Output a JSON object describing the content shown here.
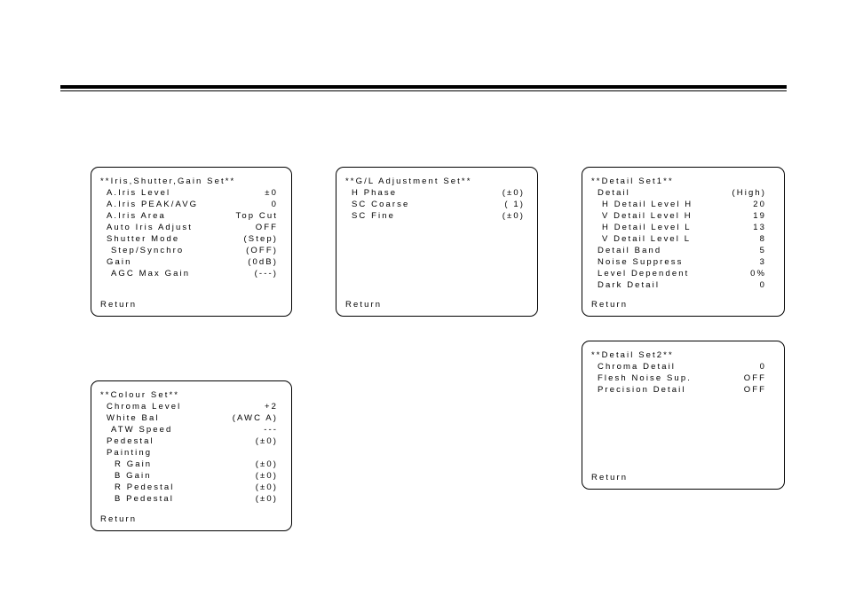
{
  "menus": [
    {
      "id": "iris-shutter-gain",
      "title": "**Iris,Shutter,Gain Set**",
      "items": [
        {
          "label": "A.Iris Level",
          "value": "±0",
          "indent": 1
        },
        {
          "label": "A.Iris PEAK/AVG",
          "value": "0",
          "indent": 1
        },
        {
          "label": "A.Iris Area",
          "value": "Top Cut",
          "indent": 1
        },
        {
          "label": "Auto Iris Adjust",
          "value": "OFF",
          "indent": 1
        },
        {
          "label": "Shutter Mode",
          "value": "(Step)",
          "indent": 1
        },
        {
          "label": "Step/Synchro",
          "value": "(OFF)",
          "indent": 2
        },
        {
          "label": "Gain",
          "value": "(0dB)",
          "indent": 1
        },
        {
          "label": "AGC Max Gain",
          "value": "(---)",
          "indent": 2
        }
      ],
      "return_label": "Return"
    },
    {
      "id": "gl-adjustment",
      "title": "**G/L Adjustment Set**",
      "items": [
        {
          "label": "H Phase",
          "value": "(±0)",
          "indent": 1
        },
        {
          "label": "SC Coarse",
          "value": "( 1)",
          "indent": 1
        },
        {
          "label": "SC Fine",
          "value": "(±0)",
          "indent": 1
        }
      ],
      "return_label": "Return"
    },
    {
      "id": "detail-set1",
      "title": "**Detail Set1**",
      "items": [
        {
          "label": "Detail",
          "value": "(High)",
          "indent": 1
        },
        {
          "label": "H Detail Level H",
          "value": "20",
          "indent": 2
        },
        {
          "label": "V Detail Level H",
          "value": "19",
          "indent": 2
        },
        {
          "label": "H Detail Level L",
          "value": "13",
          "indent": 2
        },
        {
          "label": "V Detail Level L",
          "value": "8",
          "indent": 2
        },
        {
          "label": "Detail Band",
          "value": "5",
          "indent": 1
        },
        {
          "label": "Noise Suppress",
          "value": "3",
          "indent": 1
        },
        {
          "label": "Level Dependent",
          "value": "0%",
          "indent": 1
        },
        {
          "label": "Dark Detail",
          "value": "0",
          "indent": 1
        }
      ],
      "return_label": "Return"
    },
    {
      "id": "colour-set",
      "title": "**Colour Set**",
      "items": [
        {
          "label": "Chroma Level",
          "value": "+2",
          "indent": 1
        },
        {
          "label": "White Bal",
          "value": "(AWC A)",
          "indent": 1
        },
        {
          "label": "ATW Speed",
          "value": "---",
          "indent": 2
        },
        {
          "label": "Pedestal",
          "value": "(±0)",
          "indent": 1
        },
        {
          "label": "Painting",
          "value": "",
          "indent": 1
        },
        {
          "label": "R Gain",
          "value": "(±0)",
          "indent": 3
        },
        {
          "label": "B Gain",
          "value": "(±0)",
          "indent": 3
        },
        {
          "label": "R Pedestal",
          "value": "(±0)",
          "indent": 3
        },
        {
          "label": "B Pedestal",
          "value": "(±0)",
          "indent": 3
        }
      ],
      "return_label": "Return"
    },
    {
      "id": "detail-set2",
      "title": "**Detail Set2**",
      "items": [
        {
          "label": "Chroma Detail",
          "value": "0",
          "indent": 1
        },
        {
          "label": "Flesh Noise Sup.",
          "value": "OFF",
          "indent": 1
        },
        {
          "label": "Precision Detail",
          "value": "OFF",
          "indent": 1
        }
      ],
      "return_label": "Return"
    }
  ]
}
